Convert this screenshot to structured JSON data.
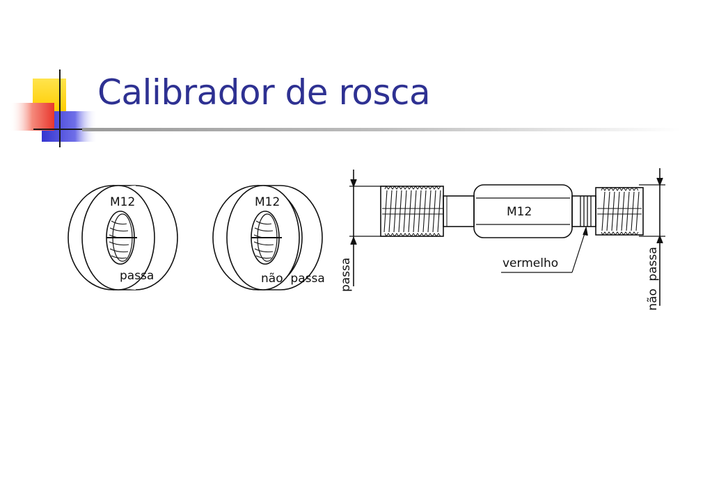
{
  "slide": {
    "title": "Calibrador de rosca"
  },
  "colors": {
    "title": "#2e3192",
    "deco_yellow": "#ffd21a",
    "deco_red": "#f0473c",
    "deco_blue": "#3d3dd6"
  },
  "diagram": {
    "ring_go": {
      "size_label": "M12",
      "caption": "passa"
    },
    "ring_nogo": {
      "size_label": "M12",
      "caption": "não  passa"
    },
    "plug": {
      "size_label": "M12",
      "go_label": "passa",
      "nogo_label": "não  passa",
      "marker_label": "vermelho"
    }
  }
}
